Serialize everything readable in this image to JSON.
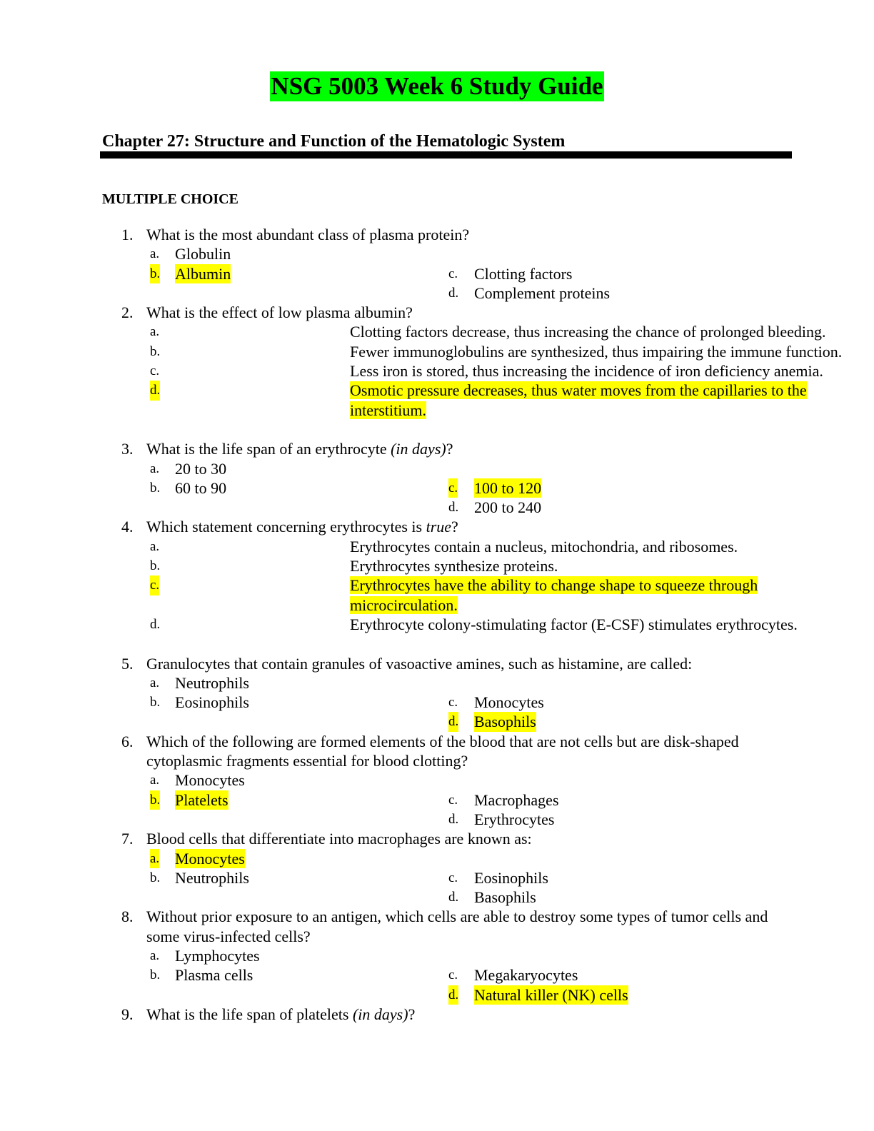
{
  "title": "NSG 5003 Week 6 Study Guide",
  "chapter": "Chapter 27: Structure and Function of the Hematologic System",
  "section": "MULTIPLE CHOICE",
  "colors": {
    "title_highlight": "#00ff00",
    "answer_highlight": "#ffff00"
  },
  "questions": [
    {
      "num": "1.",
      "text": [
        "What is the most abundant class of plasma protein?"
      ],
      "layout": "grid",
      "options": [
        {
          "letter": "a.",
          "text": "Globulin"
        },
        {
          "letter": "b.",
          "text": "Albumin",
          "correct": true
        },
        {
          "letter": "c.",
          "text": "Clotting factors"
        },
        {
          "letter": "d.",
          "text": "Complement proteins"
        }
      ]
    },
    {
      "num": "2.",
      "text": [
        "What is the effect of low plasma albumin?"
      ],
      "layout": "list",
      "options": [
        {
          "letter": "a.",
          "text": "Clotting factors decrease, thus increasing the chance of prolonged bleeding."
        },
        {
          "letter": "b.",
          "text": "Fewer immunoglobulins are synthesized, thus impairing the immune function."
        },
        {
          "letter": "c.",
          "text": "Less iron is stored, thus increasing the incidence of iron deficiency anemia."
        },
        {
          "letter": "d.",
          "text": "Osmotic pressure decreases, thus water moves from the capillaries to the interstitium.",
          "correct": true
        }
      ]
    },
    {
      "num": "3.",
      "text": [
        "What is the life span of an erythrocyte ",
        "(in days)",
        "?"
      ],
      "layout": "grid",
      "options": [
        {
          "letter": "a.",
          "text": "20 to 30"
        },
        {
          "letter": "b.",
          "text": "60 to 90"
        },
        {
          "letter": "c.",
          "text": "100 to 120",
          "correct": true
        },
        {
          "letter": "d.",
          "text": "200 to 240"
        }
      ]
    },
    {
      "num": "4.",
      "text": [
        "Which statement concerning erythrocytes is ",
        "true",
        "?"
      ],
      "layout": "list",
      "options": [
        {
          "letter": "a.",
          "text": "Erythrocytes contain a nucleus, mitochondria, and ribosomes."
        },
        {
          "letter": "b.",
          "text": "Erythrocytes synthesize proteins."
        },
        {
          "letter": "c.",
          "text": "Erythrocytes have the ability to change shape to squeeze through microcirculation.",
          "correct": true
        },
        {
          "letter": "d.",
          "text": "Erythrocyte colony-stimulating factor (E-CSF) stimulates erythrocytes."
        }
      ]
    },
    {
      "num": "5.",
      "text": [
        "Granulocytes that contain granules of vasoactive amines, such as histamine, are called:"
      ],
      "layout": "grid",
      "options": [
        {
          "letter": "a.",
          "text": "Neutrophils"
        },
        {
          "letter": "b.",
          "text": "Eosinophils"
        },
        {
          "letter": "c.",
          "text": "Monocytes"
        },
        {
          "letter": "d.",
          "text": "Basophils",
          "correct": true
        }
      ]
    },
    {
      "num": "6.",
      "text": [
        "Which of the following are formed elements of the blood that are not cells but are disk-shaped cytoplasmic fragments essential for blood clotting?"
      ],
      "layout": "grid",
      "options": [
        {
          "letter": "a.",
          "text": "Monocytes"
        },
        {
          "letter": "b.",
          "text": "Platelets",
          "correct": true
        },
        {
          "letter": "c.",
          "text": "Macrophages"
        },
        {
          "letter": "d.",
          "text": "Erythrocytes"
        }
      ]
    },
    {
      "num": "7.",
      "text": [
        "Blood cells that differentiate into macrophages are known as:"
      ],
      "layout": "grid",
      "options": [
        {
          "letter": "a.",
          "text": "Monocytes",
          "correct": true
        },
        {
          "letter": "b.",
          "text": "Neutrophils"
        },
        {
          "letter": "c.",
          "text": "Eosinophils"
        },
        {
          "letter": "d.",
          "text": "Basophils"
        }
      ]
    },
    {
      "num": "8.",
      "text": [
        "Without prior exposure to an antigen, which cells are able to destroy some types of tumor cells and some virus-infected cells?"
      ],
      "layout": "grid",
      "options": [
        {
          "letter": "a.",
          "text": "Lymphocytes"
        },
        {
          "letter": "b.",
          "text": "Plasma cells"
        },
        {
          "letter": "c.",
          "text": "Megakaryocytes"
        },
        {
          "letter": "d.",
          "text": "Natural killer (NK) cells",
          "correct": true
        }
      ]
    },
    {
      "num": "9.",
      "text": [
        "What is the life span of platelets ",
        "(in days)",
        "?"
      ],
      "layout": "none",
      "options": []
    }
  ]
}
